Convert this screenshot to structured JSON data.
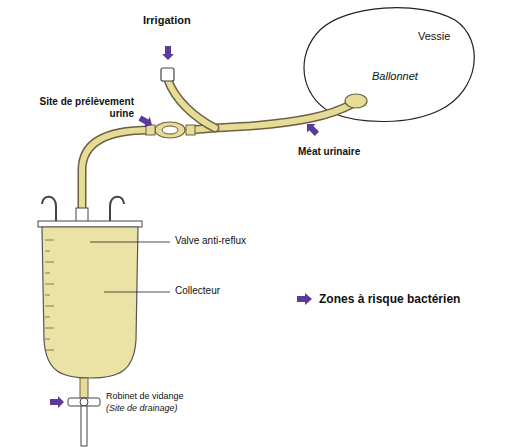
{
  "diagram": {
    "labels": [
      "Vessie",
      "Ballonnet",
      "Irrigation",
      "Site de prélèvement urine",
      "Méat urinaire",
      "Valve anti-reflux",
      "Collecteur",
      "Robinet de vidange",
      "(Site de drainage)"
    ],
    "legend": [
      {
        "text": "Zones à risque bactérien"
      }
    ]
  }
}
